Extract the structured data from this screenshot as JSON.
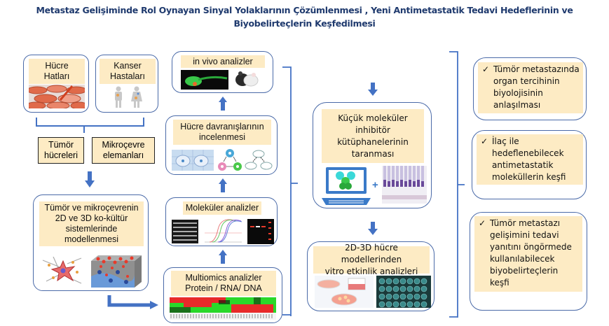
{
  "title": {
    "line1": "Metastaz Gelişiminde Rol Oynayan Sinyal Yolaklarının Çözümlenmesi , Yeni Antimetastatik Tedavi Hedeflerinin ve",
    "line2": "Biyobelirteçlerin Keşfedilmesi"
  },
  "column1": {
    "cell_lines": {
      "line1": "Hücre",
      "line2": "Hatları",
      "image": "petri-dish-photo"
    },
    "patients": {
      "line1": "Kanser",
      "line2": "Hastaları",
      "image": "patient-silhouettes"
    },
    "tumor_cells": {
      "line1": "Tümör",
      "line2": "hücreleri"
    },
    "microenvironment": {
      "line1": "Mikroçevre",
      "line2": "elemanları"
    },
    "modeling": {
      "lines": [
        "Tümör ve mikroçevrenin",
        "2D ve 3D ko-kültür",
        "sistemlerinde",
        "modellenmesi"
      ],
      "images": [
        "cell-network-illustration",
        "3d-coculture-block"
      ]
    }
  },
  "column2": {
    "in_vivo": {
      "label": "in vivo analizler",
      "images": [
        "zebrafish-fluorescence",
        "mice-photo"
      ]
    },
    "cell_behavior": {
      "line1": "Hücre  davranışlarının",
      "line2": "incelenmesi",
      "images": [
        "cell-migration-image",
        "cell-cycle-diagram",
        "cell-division-diagram"
      ]
    },
    "molecular": {
      "label": "Moleküler  analizler",
      "images": [
        "western-blot",
        "qpcr-curves",
        "fluorescent-gel"
      ]
    },
    "multiomics": {
      "line1": "Multiomics analizler",
      "line2": "Protein / RNA/ DNA",
      "image": "heatmap"
    }
  },
  "column3": {
    "screening": {
      "lines": [
        "Küçük moleküler",
        "inhibitör",
        "kütüphanelerinin",
        "taranması"
      ],
      "images": [
        "computer-molecule-icon",
        "compound-tubes-photo"
      ],
      "plus": "+"
    },
    "in_vitro": {
      "line1": "2D-3D hücre modellerinden",
      "line2": "vitro etkinlik analizleri",
      "images": [
        "culture-dishes-illustration",
        "well-plate-photo"
      ]
    }
  },
  "goals": [
    {
      "check": "✓",
      "lines": [
        "Tümör metastazında",
        "organ tercihinin",
        "biyolojisinin",
        "anlaşılması"
      ]
    },
    {
      "check": "✓",
      "lines": [
        "İlaç ile",
        "hedeflenebilecek",
        "antimetastatik",
        "moleküllerin keşfi"
      ]
    },
    {
      "check": "✓",
      "lines": [
        "Tümör metastazı",
        "gelişimini tedavi",
        "yanıtını öngörmede",
        "kullanılabilecek",
        "biyobelirteçlerin",
        "keşfi"
      ]
    }
  ],
  "colors": {
    "title": "#1f3a6e",
    "border": "#4a6aa8",
    "arrow": "#4472c4",
    "label_bg": "#fdebc4"
  }
}
